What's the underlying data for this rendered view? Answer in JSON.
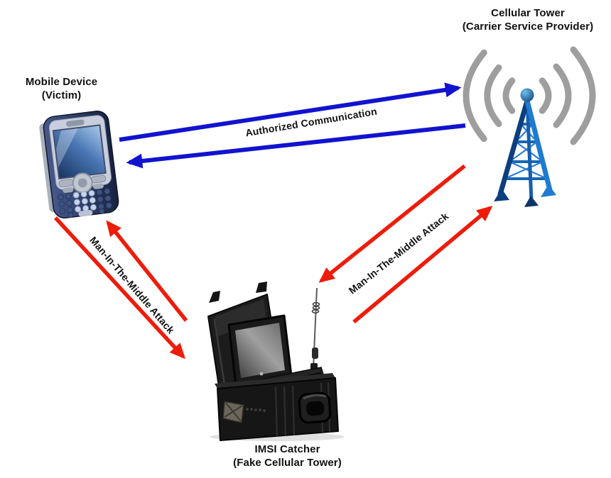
{
  "colors": {
    "ink": "#111111",
    "arrow-blue": "#1213cf",
    "arrow-red": "#ee1c0a",
    "signal-gray": "#9e9e9e",
    "tower-dark": "#0d3e7d",
    "tower-light": "#1f7bd0"
  },
  "nodes": {
    "cellular_tower": {
      "line1": "Cellular Tower",
      "line2": "(Carrier Service Provider)"
    },
    "mobile_device": {
      "line1": "Mobile Device",
      "line2": "(Victim)"
    },
    "imsi_catcher": {
      "line1": "IMSI Catcher",
      "line2": "(Fake Cellular Tower)"
    }
  },
  "edges": {
    "authorized": {
      "label": "Authorized Communication",
      "from": "mobile_device",
      "to": "cellular_tower",
      "bidirectional": true
    },
    "mitm_mobile": {
      "label": "Man-In-The-Middle Attack",
      "from": "mobile_device",
      "to": "imsi_catcher",
      "bidirectional": true
    },
    "mitm_tower": {
      "label": "Man-In-The-Middle Attack",
      "from": "imsi_catcher",
      "to": "cellular_tower",
      "bidirectional": true
    }
  }
}
